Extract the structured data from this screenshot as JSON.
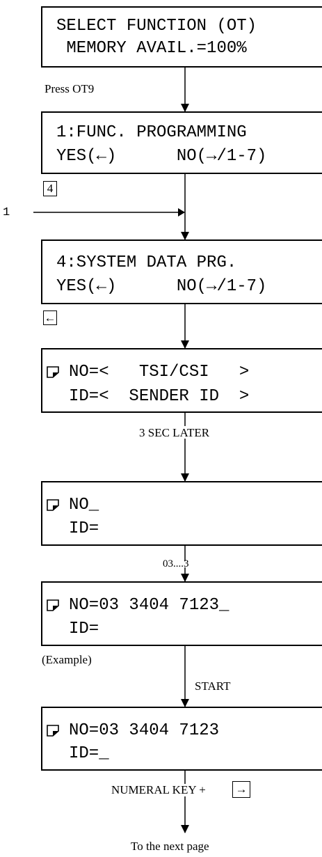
{
  "screens": [
    {
      "line1": "SELECT FUNCTION (OT)",
      "line2": " MEMORY AVAIL.=100%"
    },
    {
      "line1": "1:FUNC. PROGRAMMING",
      "line2": "YES(←)      NO(→/1-7)"
    },
    {
      "line1": "4:SYSTEM DATA PRG.",
      "line2": "YES(←)      NO(→/1-7)"
    },
    {
      "line1": "NO=<   TSI/CSI   >",
      "line2": "ID=<  SENDER ID  >"
    },
    {
      "line1": "NO_",
      "line2": "ID="
    },
    {
      "line1": "NO=03 3404 7123_",
      "line2": "ID="
    },
    {
      "line1": "NO=03 3404 7123",
      "line2": "ID=_"
    }
  ],
  "steps": {
    "press_ot9": "Press OT9",
    "key_4": "4",
    "entry_1": "1",
    "key_left": "←",
    "three_sec_later": "3 SEC LATER",
    "digits": "03....3",
    "example": "(Example)",
    "start": "START",
    "numeral_key": "NUMERAL KEY +",
    "key_right": "→",
    "next_page": "To the next page"
  }
}
